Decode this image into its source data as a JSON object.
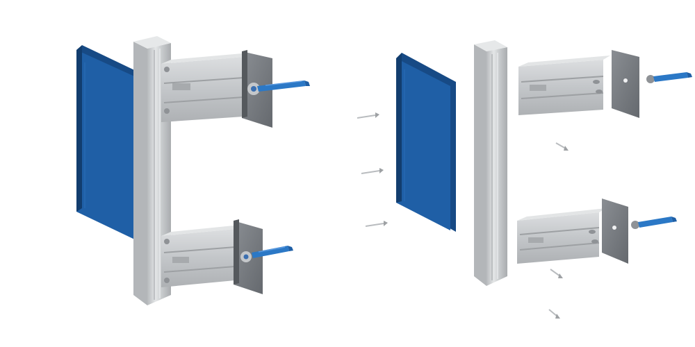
{
  "scene": {
    "views": [
      {
        "id": "assembled",
        "state": "assembled"
      },
      {
        "id": "exploded",
        "state": "exploded"
      }
    ],
    "colors": {
      "background": "#ffffff",
      "panel_blue": "#1f5fa6",
      "panel_blue_dark": "#174a85",
      "dowel_blue": "#2b78c6",
      "profile_silver": "#cfd2d4",
      "bracket_silver": "#c7cacd",
      "plate_gray": "#7b7f84",
      "rivet_gray": "#b9bcbf"
    },
    "parts": [
      "cladding-panel",
      "vertical-guide-profile",
      "wall-bracket",
      "thermal-isolation-pad",
      "anchor-dowel",
      "blind-rivet"
    ]
  }
}
